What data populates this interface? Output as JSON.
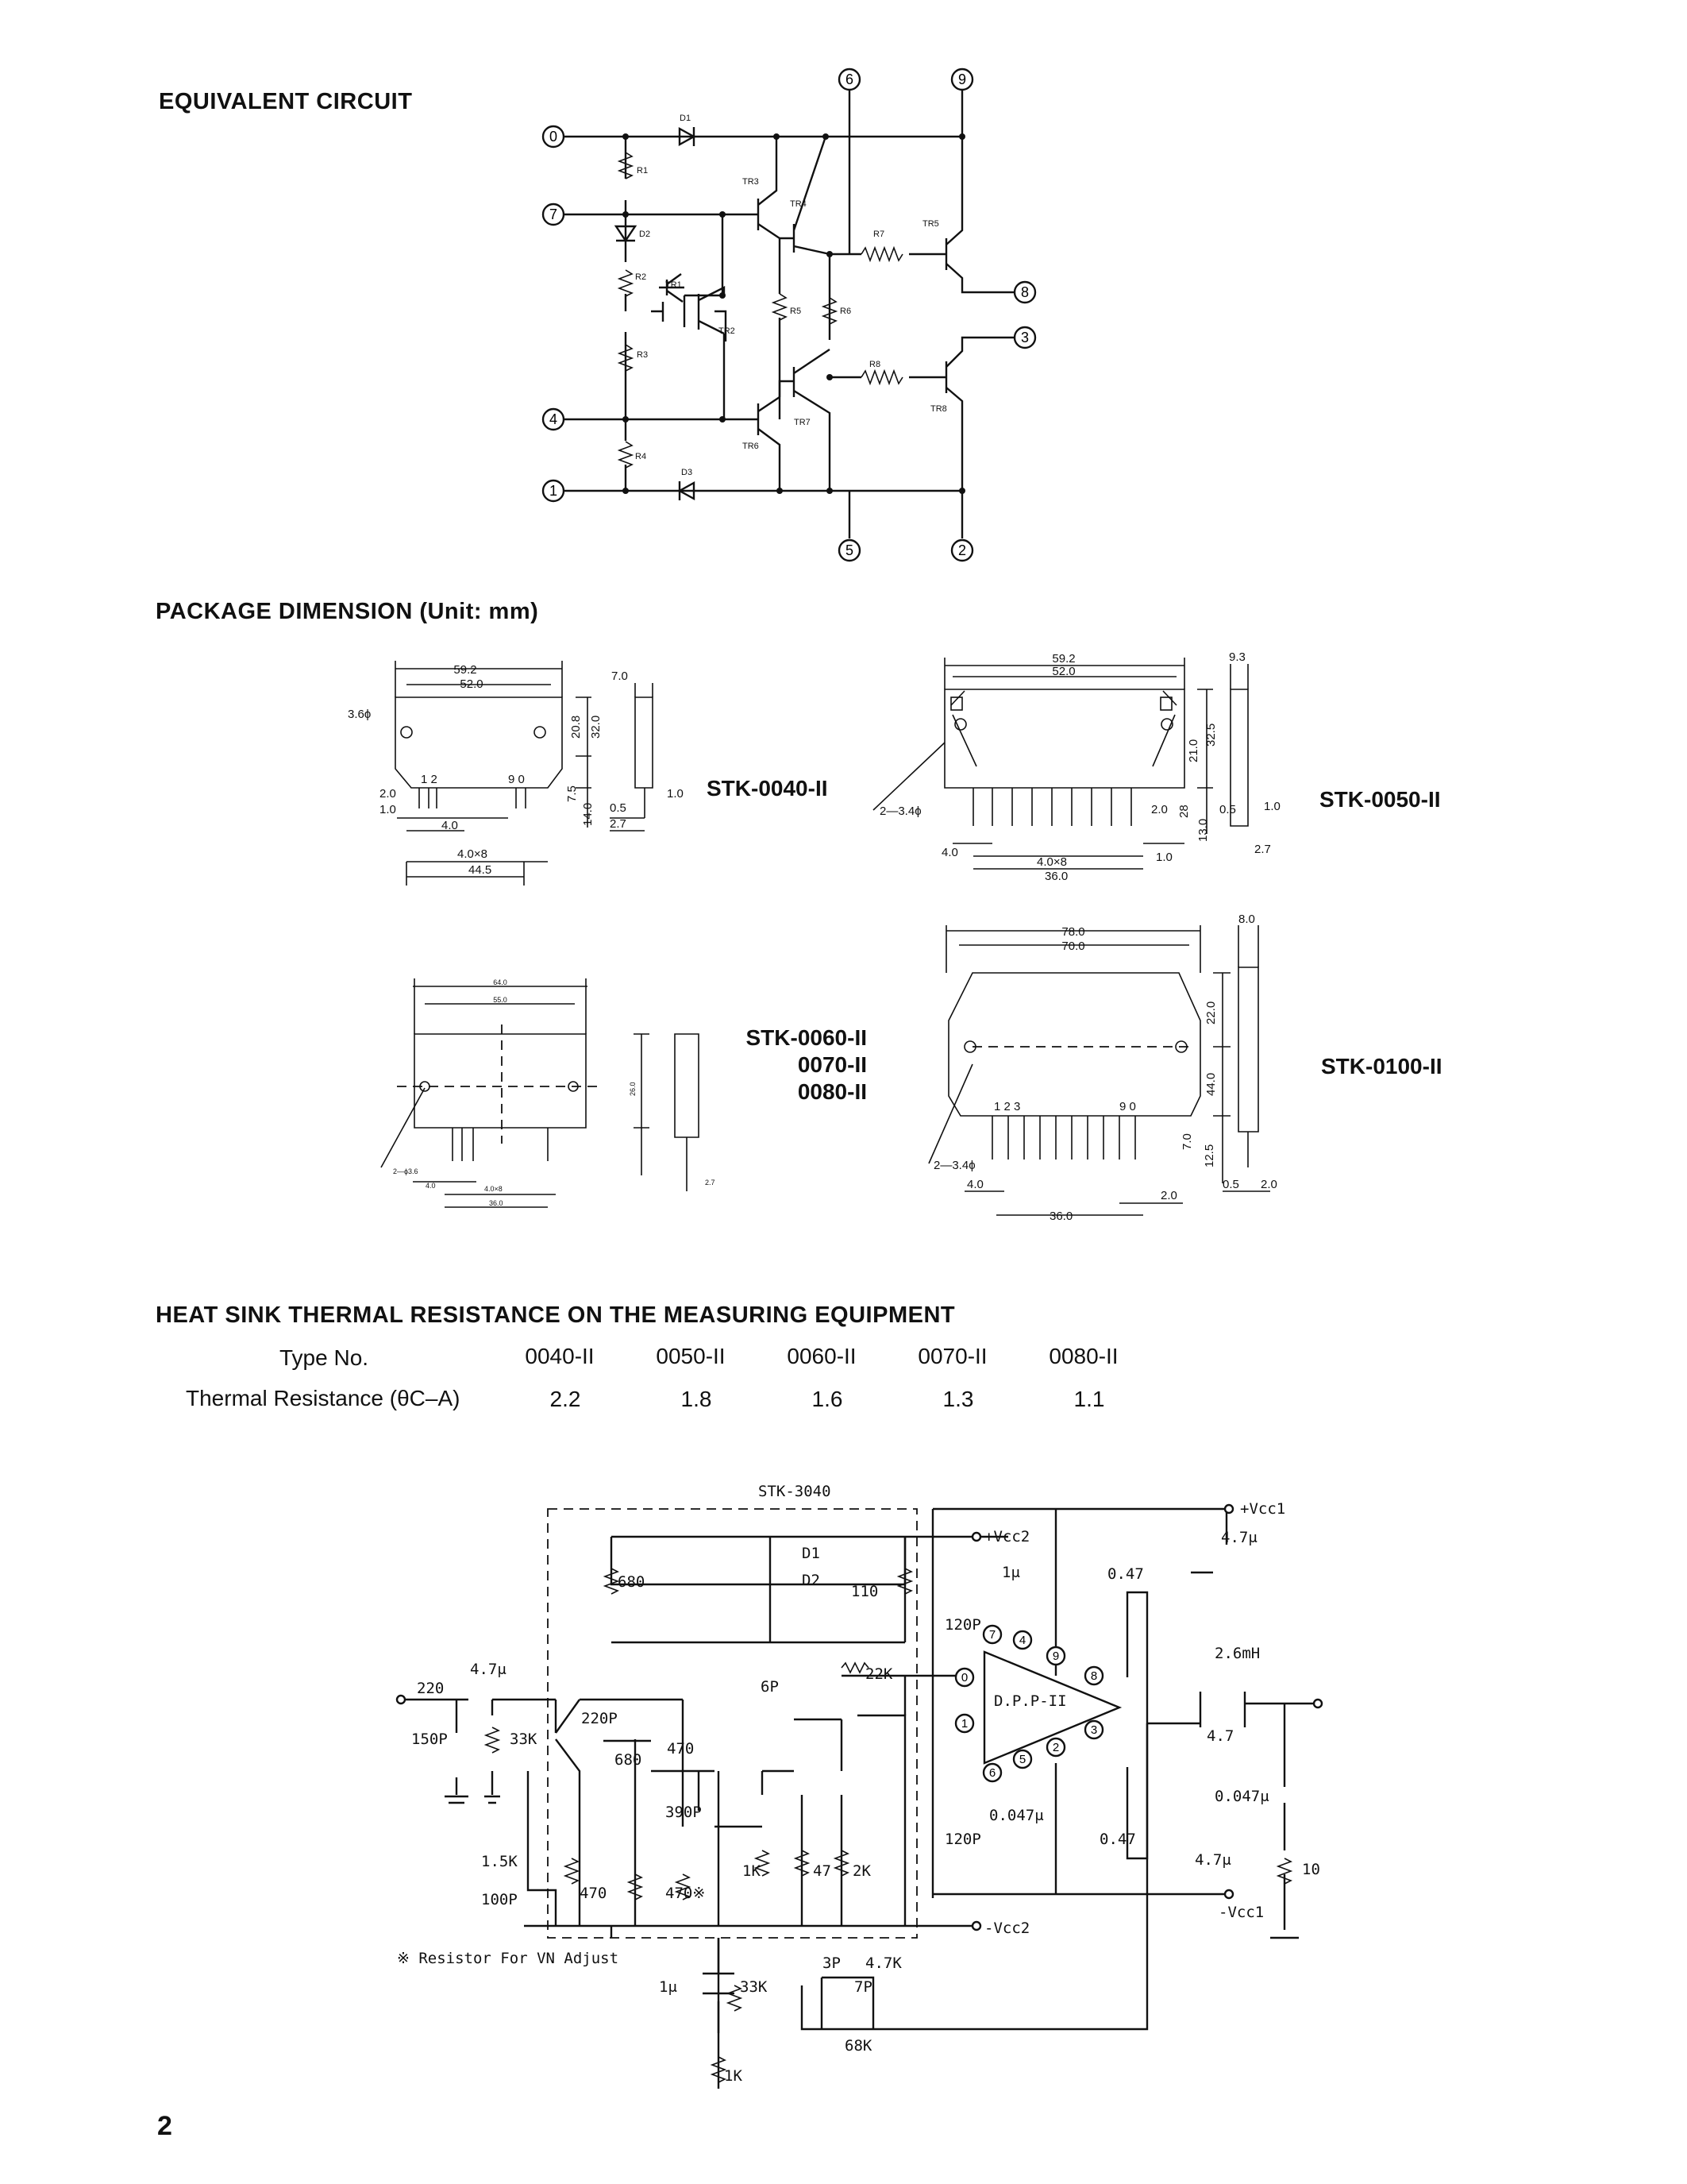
{
  "headings": {
    "equivalent_circuit": "EQUIVALENT CIRCUIT",
    "package_dimension": "PACKAGE DIMENSION (Unit: mm)",
    "heat_sink": "HEAT SINK THERMAL RESISTANCE ON THE MEASURING EQUIPMENT"
  },
  "equivalent_circuit": {
    "pins": [
      "0",
      "7",
      "4",
      "1",
      "6",
      "9",
      "8",
      "3",
      "5",
      "2"
    ],
    "components": [
      "D1",
      "D2",
      "D3",
      "R1",
      "R2",
      "R3",
      "R4",
      "R5",
      "R6",
      "R7",
      "R8",
      "TR1",
      "TR2",
      "TR3",
      "TR4",
      "TR5",
      "TR6",
      "TR7",
      "TR8"
    ]
  },
  "packages": {
    "stk_0040": {
      "label": "STK-0040-II",
      "dims": [
        "59.2",
        "52.0",
        "7.0",
        "3.6ϕ",
        "20.8",
        "32.0",
        "1 2",
        "9 0",
        "2.0",
        "1.0",
        "4.0",
        "7.5",
        "14.0",
        "0.5",
        "2.7",
        "1.0",
        "4.0×8",
        "44.5"
      ]
    },
    "stk_0050": {
      "label": "STK-0050-II",
      "dims": [
        "59.2",
        "52.0",
        "9.3",
        "21.0",
        "32.5",
        "2—3.4ϕ",
        "2.0",
        "28",
        "13.0",
        "0.5",
        "1.0",
        "2.7",
        "4.0",
        "4.0×8",
        "36.0",
        "1.0"
      ]
    },
    "stk_0060": {
      "label_lines": [
        "STK-0060-II",
        "0070-II",
        "0080-II"
      ],
      "dims": [
        "64.0",
        "55.0",
        "26.0",
        "2—ϕ3.6",
        "4.0",
        "4.0×8",
        "36.0",
        "2.7"
      ]
    },
    "stk_0100": {
      "label": "STK-0100-II",
      "dims": [
        "78.0",
        "70.0",
        "8.0",
        "22.0",
        "44.0",
        "1 2 3",
        "9 0",
        "2—3.4ϕ",
        "7.0",
        "12.5",
        "4.0",
        "2.0",
        "0.5",
        "2.0",
        "36.0"
      ]
    }
  },
  "thermal_table": {
    "type_label": "Type No.",
    "resistance_label": "Thermal Resistance (θC–A)",
    "columns": [
      "0040-II",
      "0050-II",
      "0060-II",
      "0070-II",
      "0080-II"
    ],
    "values": [
      "2.2",
      "1.8",
      "1.6",
      "1.3",
      "1.1"
    ]
  },
  "test_circuit": {
    "module": "STK-3040",
    "block": "D.P.P-II",
    "rails": [
      "+Vcc1",
      "+Vcc2",
      "-Vcc1",
      "-Vcc2"
    ],
    "values": [
      "4.7μ",
      "220",
      "150P",
      "33K",
      "680",
      "220P",
      "680",
      "470",
      "390P",
      "6P",
      "1K",
      "47",
      "2K",
      "22K",
      "110",
      "1.5K",
      "100P",
      "470",
      "470※",
      "D1",
      "D2",
      "120P",
      "1μ",
      "0.47",
      "0.047μ",
      "0.47",
      "120P",
      "2.6mH",
      "4.7",
      "0.047μ",
      "4.7μ",
      "10",
      "4.7μ",
      "1μ",
      "33K",
      "3P",
      "4.7K",
      "7P",
      "68K",
      "1K"
    ],
    "note": "※ Resistor For VN Adjust"
  },
  "page_number": "2"
}
